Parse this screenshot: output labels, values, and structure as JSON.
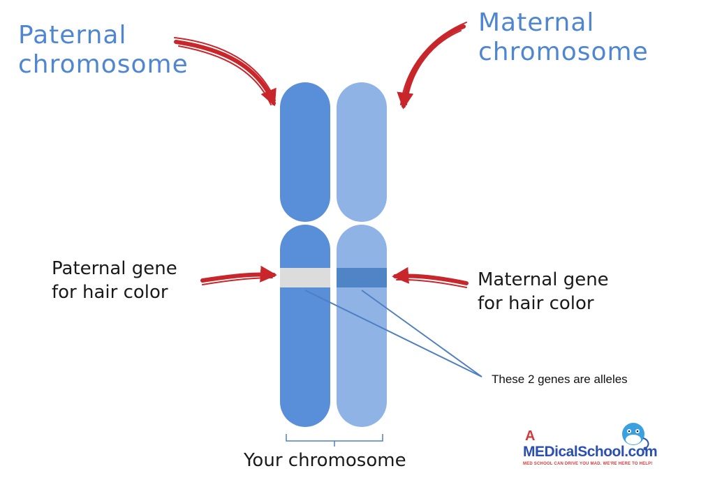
{
  "labels": {
    "paternal_chromosome": "Paternal\nchromosome",
    "maternal_chromosome": "Maternal\nchromosome",
    "paternal_gene": "Paternal gene\nfor hair color",
    "maternal_gene": "Maternal gene\nfor hair color",
    "alleles_note": "These 2 genes are alleles",
    "your_chromosome": "Your chromosome"
  },
  "logo": {
    "name": "MEDicalSchool.com",
    "correction_letter": "A",
    "tagline": "MED SCHOOL CAN DRIVE YOU MAD. WE'RE HERE TO HELP!"
  },
  "colors": {
    "paternal": "#588fd8",
    "maternal": "#8fb3e4",
    "paternal_gene_band": "#dcdcdc",
    "maternal_gene_band": "#4f84c6",
    "arrow": "#c8262b",
    "label_blue": "#4f86d2"
  }
}
